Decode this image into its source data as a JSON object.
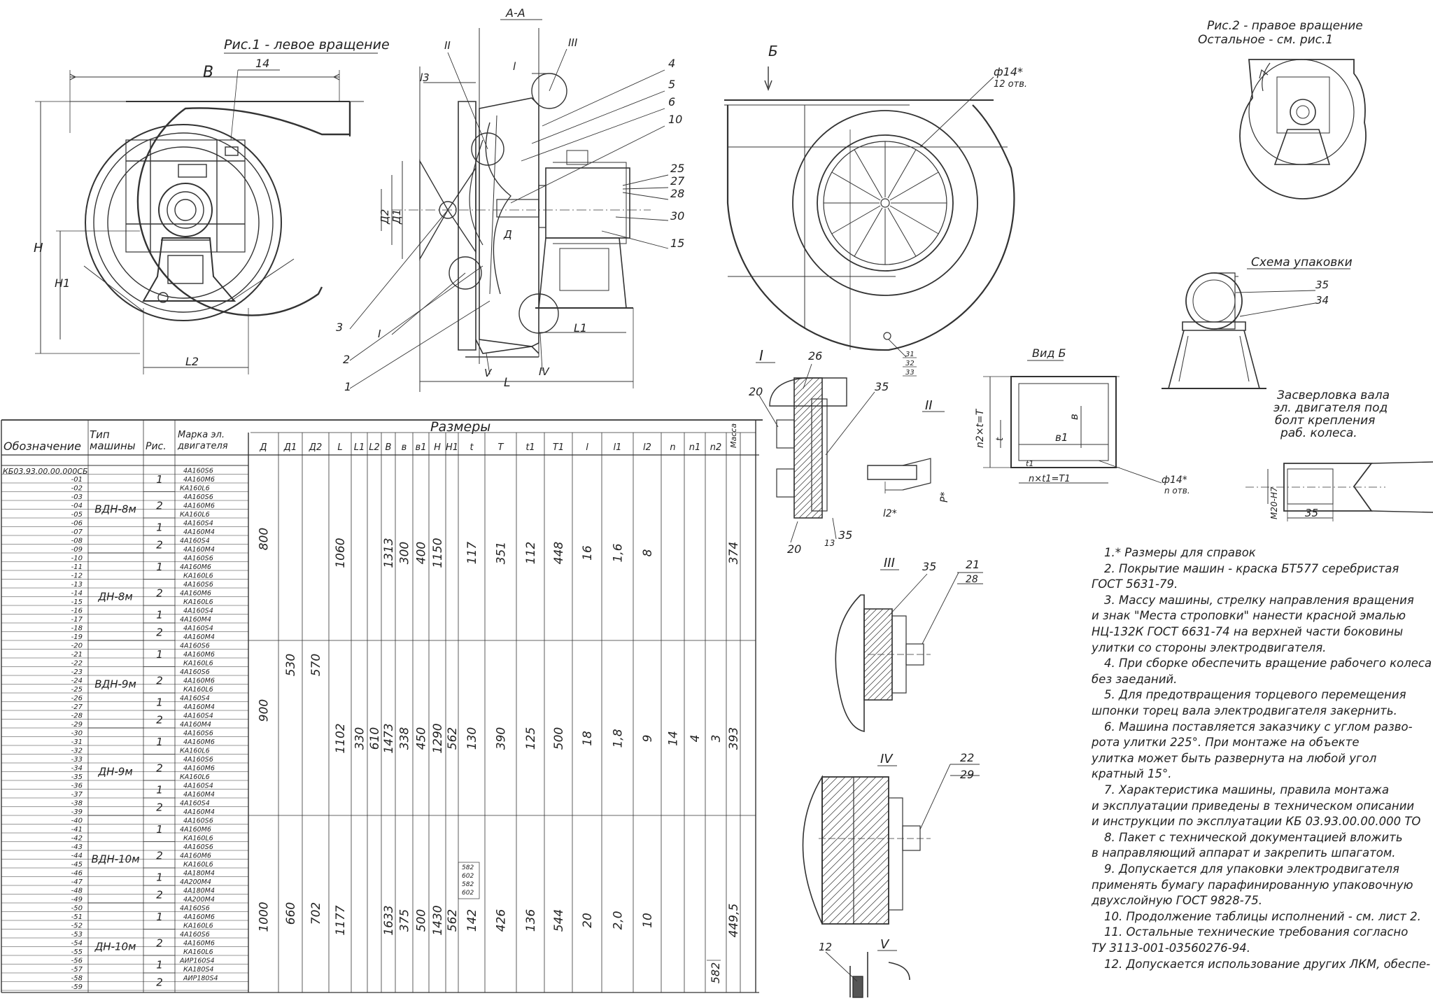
{
  "section_label": "А-А",
  "fig1_title": "Рис.1 - левое вращение",
  "fig2_title": [
    "Рис.2 - правое вращение",
    "Остальное - см. рис.1"
  ],
  "view_b_label": "Вид Б",
  "arrow_b_label": "Б",
  "packing_title": "Схема упаковки",
  "drilling_note": [
    "Засверловка вала",
    "эл. двигателя под",
    "болт крепления",
    "раб. колеса."
  ],
  "hole_callout_1": [
    "ф14*",
    "12 отв."
  ],
  "hole_callout_2": [
    "ф14*",
    "n отв."
  ],
  "fig1_dims": {
    "B": "B",
    "H": "H",
    "H1": "H1",
    "L2": "L2",
    "item14": "14"
  },
  "section_dims": {
    "l3": "l3",
    "l": "l",
    "D2": "Д2",
    "D1": "Д1",
    "D": "Д",
    "L1": "L1",
    "L": "L"
  },
  "section_items": [
    "II",
    "III",
    "4",
    "5",
    "6",
    "10",
    "25",
    "27",
    "28",
    "30",
    "15",
    "3",
    "I",
    "2",
    "1",
    "V",
    "IV"
  ],
  "view_b_dims": {
    "T": "n2×t=T",
    "t": "t",
    "b1": "в1",
    "b": "в",
    "T1": "n×t1=T1",
    "t1": "t1"
  },
  "detail_labels": {
    "d1": "I",
    "d2": "II",
    "d3": "III",
    "d4": "IV",
    "d5": "V",
    "i26": "26",
    "i20a": "20",
    "i35a": "35",
    "i20b": "20",
    "i13": "13",
    "i35b": "35",
    "l2star": "l2*",
    "p_star": "P*",
    "i35c": "35",
    "i21": "21",
    "i28": "28",
    "i22": "22",
    "i29": "29",
    "i12": "12",
    "i35d": "35",
    "m_label": "М20-Н7",
    "i34": "34",
    "i31": "31",
    "i32": "32",
    "i33": "33"
  },
  "table": {
    "title_sizes": "Размеры",
    "headers": [
      "Обозначение",
      "Тип машины",
      "Рис.",
      "Марка эл. двигателя",
      "Д",
      "Д1",
      "Д2",
      "L",
      "L1",
      "L2",
      "В",
      "в",
      "в1",
      "Н",
      "Н1",
      "t",
      "T",
      "t1",
      "T1",
      "l",
      "l1",
      "l2",
      "n",
      "n1",
      "n2",
      "Масса"
    ],
    "first_designation": "КБ03.93.00.00.000СБ",
    "designations": [
      "-01",
      "-02",
      "-03",
      "-04",
      "-05",
      "-06",
      "-07",
      "-08",
      "-09",
      "-10",
      "-11",
      "-12",
      "-13",
      "-14",
      "-15",
      "-16",
      "-17",
      "-18",
      "-19",
      "-20",
      "-21",
      "-22",
      "-23",
      "-24",
      "-25",
      "-26",
      "-27",
      "-28",
      "-29",
      "-30",
      "-31",
      "-32",
      "-33",
      "-34",
      "-35",
      "-36",
      "-37",
      "-38",
      "-39",
      "-40",
      "-41",
      "-42",
      "-43",
      "-44",
      "-45",
      "-46",
      "-47",
      "-48",
      "-49",
      "-50",
      "-51",
      "-52",
      "-53",
      "-54",
      "-55",
      "-56",
      "-57",
      "-58",
      "-59"
    ],
    "motors": [
      "4А160S6",
      "4А160М6",
      "КА160L6",
      "4А160S6",
      "4А160М6",
      "КА160L6",
      "4А160S4",
      "4А160М4",
      "4А160S4",
      "4А160М4",
      "4А160S6",
      "4А160М6",
      "КА160L6",
      "4А160S6",
      "4А160М6",
      "КА160L6",
      "4А160S4",
      "4А160М4",
      "4А160S4",
      "4А160М4",
      "4А160S6",
      "4А160М6",
      "КА160L6",
      "4А160S6",
      "4А160М6",
      "КА160L6",
      "4А160S4",
      "4А160М4",
      "4А160S4",
      "4А160М4",
      "4А160S6",
      "4А160М6",
      "КА160L6",
      "4А160S6",
      "4А160М6",
      "КА160L6",
      "4А160S4",
      "4А160М4",
      "4А160S4",
      "4А160М4",
      "4А160S6",
      "4А160М6",
      "КА160L6",
      "4А160S6",
      "4А160М6",
      "КА160L6",
      "4А180М4",
      "4А200М4",
      "4А180М4",
      "4А200М4",
      "4А160S6",
      "4А160М6",
      "КА160L6",
      "4А160S6",
      "4А160М6",
      "КА160L6",
      "АИР160S4",
      "КА180S4",
      "АИР180S4"
    ],
    "groups": [
      {
        "type": "ВДН-8м",
        "rows": [
          0,
          9
        ]
      },
      {
        "type": "ДН-8м",
        "rows": [
          10,
          19
        ]
      },
      {
        "type": "ВДН-9м",
        "rows": [
          20,
          29
        ]
      },
      {
        "type": "ДН-9м",
        "rows": [
          30,
          39
        ]
      },
      {
        "type": "ВДН-10м",
        "rows": [
          40,
          49
        ]
      },
      {
        "type": "ДН-10м",
        "rows": [
          50,
          59
        ]
      }
    ],
    "figs": [
      {
        "label": "1",
        "rows": [
          0,
          2
        ]
      },
      {
        "label": "2",
        "rows": [
          3,
          5
        ]
      },
      {
        "label": "1",
        "rows": [
          6,
          7
        ]
      },
      {
        "label": "2",
        "rows": [
          8,
          9
        ]
      },
      {
        "label": "1",
        "rows": [
          10,
          12
        ]
      },
      {
        "label": "2",
        "rows": [
          13,
          15
        ]
      },
      {
        "label": "1",
        "rows": [
          16,
          17
        ]
      },
      {
        "label": "2",
        "rows": [
          18,
          19
        ]
      },
      {
        "label": "1",
        "rows": [
          20,
          22
        ]
      },
      {
        "label": "2",
        "rows": [
          23,
          25
        ]
      },
      {
        "label": "1",
        "rows": [
          26,
          27
        ]
      },
      {
        "label": "2",
        "rows": [
          28,
          29
        ]
      },
      {
        "label": "1",
        "rows": [
          30,
          32
        ]
      },
      {
        "label": "2",
        "rows": [
          33,
          35
        ]
      },
      {
        "label": "1",
        "rows": [
          36,
          37
        ]
      },
      {
        "label": "2",
        "rows": [
          38,
          39
        ]
      },
      {
        "label": "1",
        "rows": [
          40,
          42
        ]
      },
      {
        "label": "2",
        "rows": [
          43,
          45
        ]
      },
      {
        "label": "1",
        "rows": [
          46,
          47
        ]
      },
      {
        "label": "2",
        "rows": [
          48,
          49
        ]
      },
      {
        "label": "1",
        "rows": [
          50,
          52
        ]
      },
      {
        "label": "2",
        "rows": [
          53,
          55
        ]
      },
      {
        "label": "1",
        "rows": [
          56,
          57
        ]
      },
      {
        "label": "2",
        "rows": [
          58,
          59
        ]
      }
    ],
    "band_values": [
      {
        "rows": [
          0,
          19
        ],
        "values": [
          "800",
          "",
          "",
          "1060",
          "",
          "",
          "1313",
          "300",
          "400",
          "1150",
          "",
          "117",
          "351",
          "112",
          "448",
          "16",
          "1,6",
          "8",
          "",
          "",
          "",
          "374"
        ]
      },
      {
        "rows": [
          20,
          39
        ],
        "values": [
          "900",
          "530",
          "570",
          "1102",
          "330",
          "610",
          "1473",
          "338",
          "450",
          "1290",
          "562",
          "130",
          "390",
          "125",
          "500",
          "18",
          "1,8",
          "9",
          "14",
          "4",
          "3",
          "393"
        ]
      },
      {
        "rows": [
          40,
          59
        ],
        "values": [
          "1000",
          "660",
          "702",
          "1177",
          "",
          "",
          "1633",
          "375",
          "500",
          "1430",
          "562",
          "142",
          "426",
          "136",
          "544",
          "20",
          "2,0",
          "10",
          "",
          "",
          "",
          "449,5"
        ]
      }
    ],
    "h1_extra": "582",
    "mass_side": [
      "582",
      "602",
      "582",
      "602"
    ]
  },
  "notes": [
    "1.* Размеры для справок",
    "2. Покрытие машин - краска БТ577 серебристая",
    "ГОСТ 5631-79.",
    "3. Массу машины, стрелку направления вращения",
    "и знак \"Места строповки\" нанести красной эмалью",
    "НЦ-132К ГОСТ 6631-74 на верхней части боковины",
    "улитки со стороны электродвигателя.",
    "4. При сборке обеспечить вращение рабочего колеса",
    "без заеданий.",
    "5. Для предотвращения торцевого перемещения",
    "шпонки торец вала электродвигателя закернить.",
    "6. Машина поставляется заказчику с углом разво-",
    "рота улитки 225°. При монтаже на объекте",
    "улитка может быть развернута на любой угол",
    "кратный 15°.",
    "7. Характеристика машины, правила монтажа",
    "и эксплуатации приведены в техническом описании",
    "и инструкции по эксплуатации КБ 03.93.00.00.000 ТО",
    "8. Пакет с технической документацией вложить",
    "в направляющий аппарат и закрепить шпагатом.",
    "9. Допускается для упаковки электродвигателя",
    "применять бумагу парафинированную упаковочную",
    "двухслойную ГОСТ 9828-75.",
    "10. Продолжение таблицы исполнений - см. лист 2.",
    "11. Остальные технические требования согласно",
    "ТУ 3113-001-03560276-94.",
    "12. Допускается использование других ЛКМ, обеспе-"
  ]
}
